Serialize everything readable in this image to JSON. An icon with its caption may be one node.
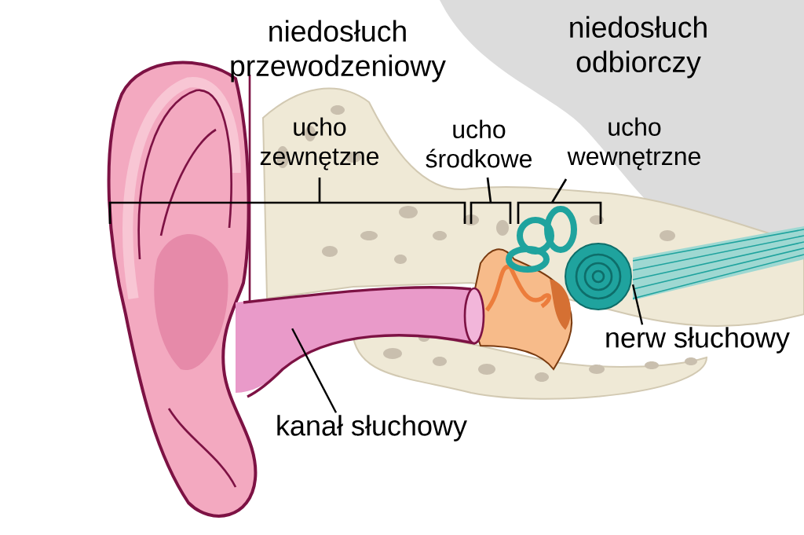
{
  "diagram": {
    "nodes": [
      {
        "text": [
          "kanał słuchowy"
        ]
      },
      {
        "text": [],
        "shape": "picture"
      },
      {
        "text": [
          "nerw słuchowy"
        ]
      },
      {
        "text": [],
        "shape": "picture"
      }
    ],
    "edges": [
      {
        "from": 0,
        "to": 1,
        "arrow": "none"
      },
      {
        "from": 2,
        "to": 3,
        "arrow": "none"
      }
    ],
    "labels": [
      "niedosłuch przewodzeniowy",
      "niedosłuch odbiorczy",
      "ucho zewnętzne",
      "ucho środkowe",
      "ucho wewnętrzne"
    ]
  }
}
